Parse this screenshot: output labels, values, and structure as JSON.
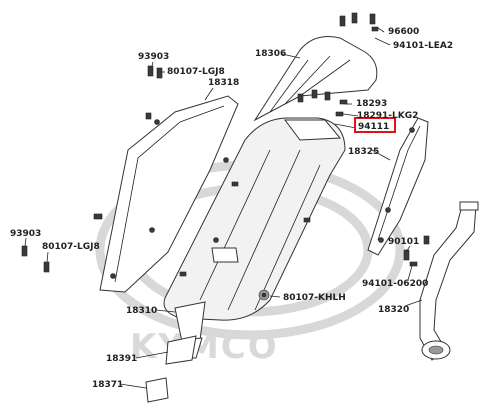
{
  "labels": {
    "p96600": "96600",
    "p94101_lea2": "94101-LEA2",
    "p18306": "18306",
    "p93903_top": "93903",
    "p80107_lgj8_top": "80107-LGJ8",
    "p18318": "18318",
    "p18293": "18293",
    "p18291_lkg2": "18291-LKG2",
    "p94111": "94111",
    "p18325": "18325",
    "p93903_left": "93903",
    "p80107_lgj8_left": "80107-LGJ8",
    "p90101": "90101",
    "p94101_06200": "94101-06200",
    "p80107_khlh": "80107-KHLH",
    "p18310": "18310",
    "p18320": "18320",
    "p18391": "18391",
    "p18371": "18371"
  },
  "highlight": {
    "part": "94111",
    "color": "#e0111a"
  },
  "watermark": {
    "text": "KYMCO"
  }
}
